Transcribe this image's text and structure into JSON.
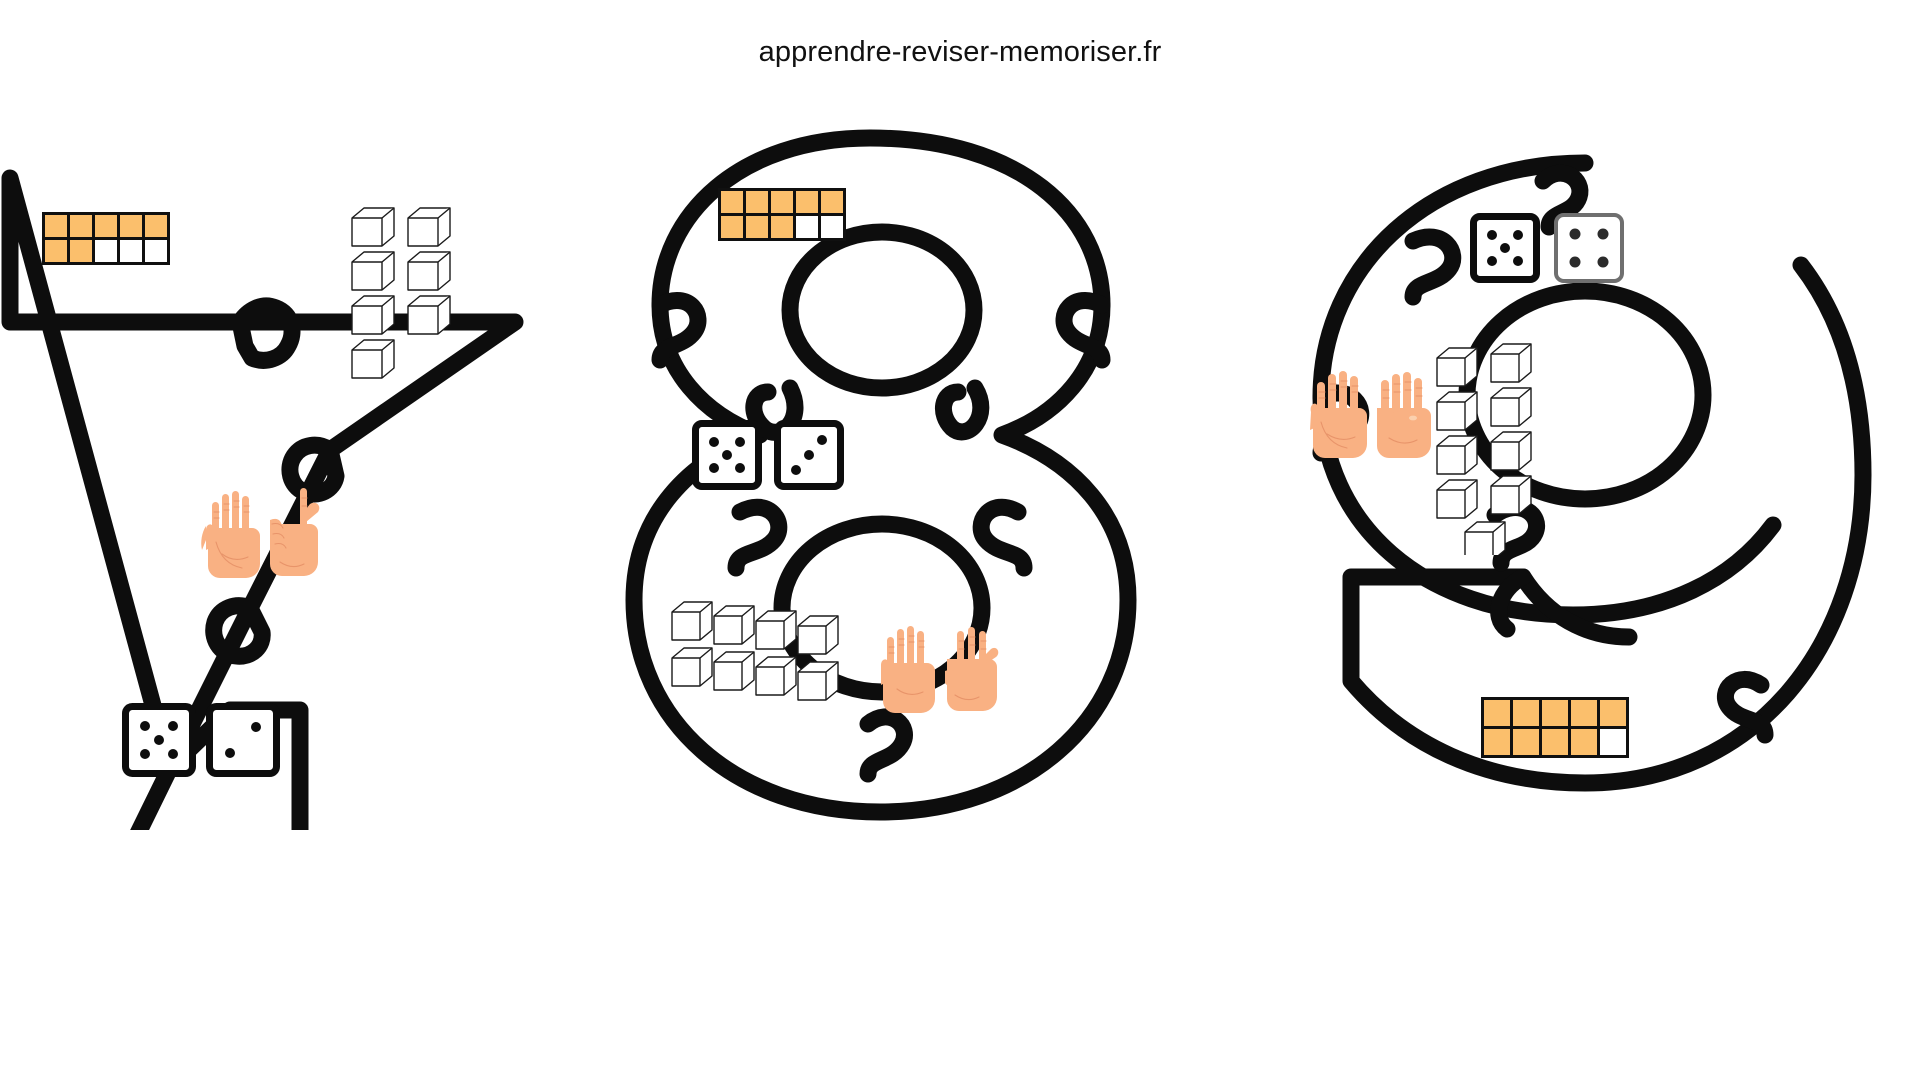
{
  "page": {
    "site_title": "apprendre-reviser-memoriser.fr",
    "background_color": "#ffffff",
    "orange": "#FBBF6C",
    "ink": "#0d0d0d",
    "skin": "#F9B183",
    "skin_shadow": "#E8946A",
    "skin_light": "#FBD0AE"
  },
  "figures": [
    {
      "id": "seven",
      "digit": "7",
      "label": "number-7-puzzle",
      "representations": [
        {
          "type": "ten-frame",
          "name": "ten-frame-7",
          "total": 7,
          "rows": [
            [
              true,
              true,
              true,
              true,
              true
            ],
            [
              true,
              true,
              false,
              false,
              false
            ]
          ]
        },
        {
          "type": "cubes",
          "name": "cube-cluster-7",
          "count": 7,
          "rows": [
            2,
            2,
            2,
            1
          ]
        },
        {
          "type": "hands",
          "name": "hands-7",
          "total": 7,
          "left_fingers": 5,
          "right_fingers": 2
        },
        {
          "type": "dice",
          "name": "dice-pair-7",
          "total": 7,
          "left_pips": 5,
          "right_pips": 2,
          "left_style": "heavy",
          "right_style": "heavy"
        }
      ]
    },
    {
      "id": "eight",
      "digit": "8",
      "label": "number-8-puzzle",
      "representations": [
        {
          "type": "ten-frame",
          "name": "ten-frame-8",
          "total": 8,
          "rows": [
            [
              true,
              true,
              true,
              true,
              true
            ],
            [
              true,
              true,
              true,
              false,
              false
            ]
          ]
        },
        {
          "type": "cubes",
          "name": "cube-cluster-8",
          "count": 8,
          "rows": [
            4,
            4
          ]
        },
        {
          "type": "hands",
          "name": "hands-8",
          "total": 8,
          "left_fingers": 5,
          "right_fingers": 3
        },
        {
          "type": "dice",
          "name": "dice-pair-8",
          "total": 8,
          "left_pips": 5,
          "right_pips": 3,
          "left_style": "heavy",
          "right_style": "heavy"
        }
      ]
    },
    {
      "id": "nine",
      "digit": "9",
      "label": "number-9-puzzle",
      "representations": [
        {
          "type": "ten-frame",
          "name": "ten-frame-9",
          "total": 9,
          "rows": [
            [
              true,
              true,
              true,
              true,
              true
            ],
            [
              true,
              true,
              true,
              true,
              false
            ]
          ]
        },
        {
          "type": "cubes",
          "name": "cube-cluster-9",
          "count": 9,
          "rows": [
            2,
            2,
            2,
            2,
            1
          ]
        },
        {
          "type": "hands",
          "name": "hands-9",
          "total": 9,
          "left_fingers": 5,
          "right_fingers": 4
        },
        {
          "type": "dice",
          "name": "dice-pair-9",
          "total": 9,
          "left_pips": 5,
          "right_pips": 4,
          "left_style": "heavy",
          "right_style": "light"
        }
      ]
    }
  ]
}
